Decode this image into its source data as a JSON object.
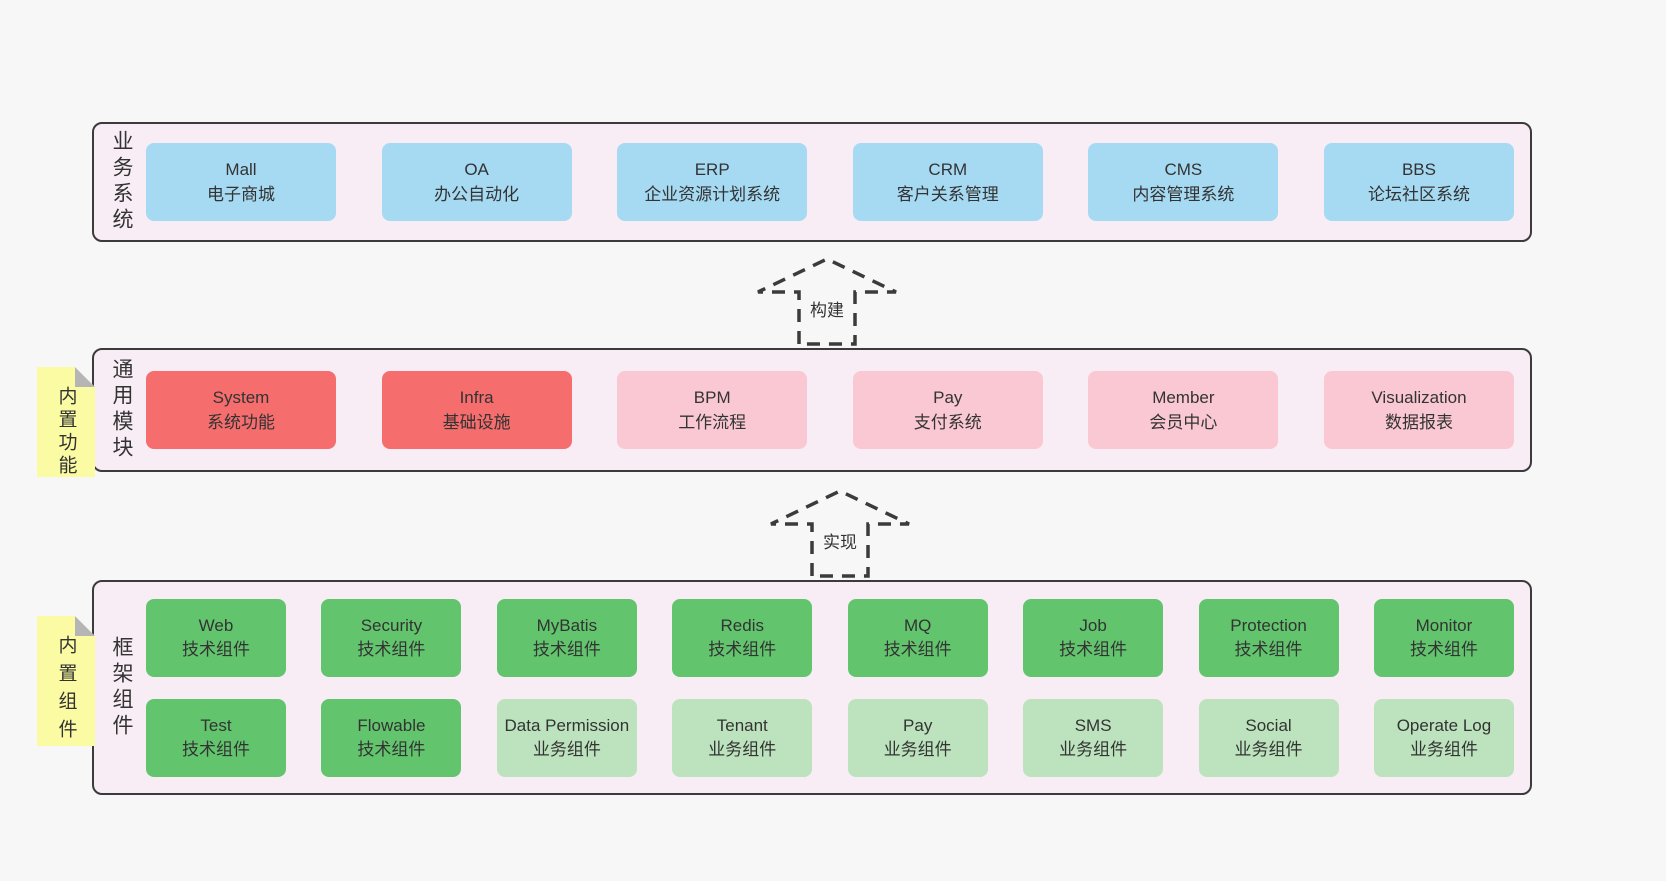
{
  "colors": {
    "page_bg": "#f7f7f7",
    "band_bg": "#f8edf5",
    "border": "#3b3b3b",
    "text": "#333333",
    "blue": "#a6daf2",
    "red": "#f56d6d",
    "pink": "#fac8d2",
    "green": "#62c56e",
    "light_green": "#bce3bd",
    "yellow": "#fafba3",
    "fold": "#b5b5b5"
  },
  "arrows": [
    {
      "label": "构建"
    },
    {
      "label": "实现"
    }
  ],
  "bands": [
    {
      "id": "business-systems",
      "label": "业务系统",
      "rows": [
        [
          {
            "title": "Mall",
            "subtitle": "电子商城",
            "type": "blue"
          },
          {
            "title": "OA",
            "subtitle": "办公自动化",
            "type": "blue"
          },
          {
            "title": "ERP",
            "subtitle": "企业资源计划系统",
            "type": "blue"
          },
          {
            "title": "CRM",
            "subtitle": "客户关系管理",
            "type": "blue"
          },
          {
            "title": "CMS",
            "subtitle": "内容管理系统",
            "type": "blue"
          },
          {
            "title": "BBS",
            "subtitle": "论坛社区系统",
            "type": "blue"
          }
        ]
      ]
    },
    {
      "id": "common-modules",
      "label": "通用模块",
      "note": "内置功能",
      "rows": [
        [
          {
            "title": "System",
            "subtitle": "系统功能",
            "type": "red"
          },
          {
            "title": "Infra",
            "subtitle": "基础设施",
            "type": "red"
          },
          {
            "title": "BPM",
            "subtitle": "工作流程",
            "type": "pink"
          },
          {
            "title": "Pay",
            "subtitle": "支付系统",
            "type": "pink"
          },
          {
            "title": "Member",
            "subtitle": "会员中心",
            "type": "pink"
          },
          {
            "title": "Visualization",
            "subtitle": "数据报表",
            "type": "pink"
          }
        ]
      ]
    },
    {
      "id": "framework-components",
      "label": "框架组件",
      "note": "内置组件",
      "rows": [
        [
          {
            "title": "Web",
            "subtitle": "技术组件",
            "type": "green"
          },
          {
            "title": "Security",
            "subtitle": "技术组件",
            "type": "green"
          },
          {
            "title": "MyBatis",
            "subtitle": "技术组件",
            "type": "green"
          },
          {
            "title": "Redis",
            "subtitle": "技术组件",
            "type": "green"
          },
          {
            "title": "MQ",
            "subtitle": "技术组件",
            "type": "green"
          },
          {
            "title": "Job",
            "subtitle": "技术组件",
            "type": "green"
          },
          {
            "title": "Protection",
            "subtitle": "技术组件",
            "type": "green"
          },
          {
            "title": "Monitor",
            "subtitle": "技术组件",
            "type": "green"
          }
        ],
        [
          {
            "title": "Test",
            "subtitle": "技术组件",
            "type": "green"
          },
          {
            "title": "Flowable",
            "subtitle": "技术组件",
            "type": "green"
          },
          {
            "title": "Data Permission",
            "subtitle": "业务组件",
            "type": "light-green"
          },
          {
            "title": "Tenant",
            "subtitle": "业务组件",
            "type": "light-green"
          },
          {
            "title": "Pay",
            "subtitle": "业务组件",
            "type": "light-green"
          },
          {
            "title": "SMS",
            "subtitle": "业务组件",
            "type": "light-green"
          },
          {
            "title": "Social",
            "subtitle": "业务组件",
            "type": "light-green"
          },
          {
            "title": "Operate Log",
            "subtitle": "业务组件",
            "type": "light-green"
          }
        ]
      ]
    }
  ]
}
